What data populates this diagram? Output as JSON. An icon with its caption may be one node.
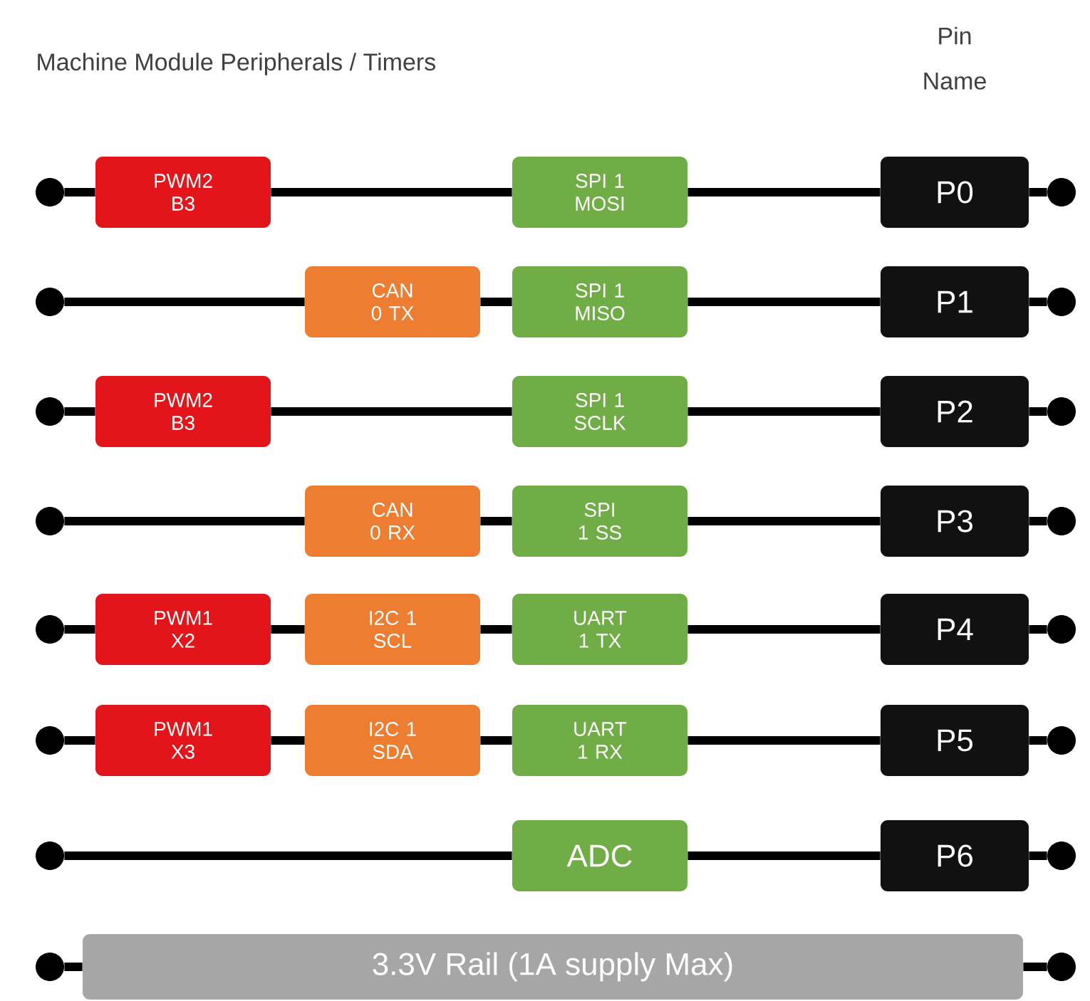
{
  "diagram": {
    "title": "Machine Module Peripherals / Timers",
    "labels": [
      "Pin",
      "Name"
    ],
    "nodes": [
      {
        "text": [],
        "shape": "circle"
      },
      {
        "text": [
          "PWM2 B3"
        ]
      },
      {
        "text": [
          "SPI 1 MOSI"
        ]
      },
      {
        "text": [
          "P0"
        ]
      },
      {
        "text": [],
        "shape": "circle"
      },
      {
        "text": [],
        "shape": "circle"
      },
      {
        "text": [
          "CAN 0 TX"
        ]
      },
      {
        "text": [
          "SPI 1 MISO"
        ]
      },
      {
        "text": [
          "P1"
        ]
      },
      {
        "text": [],
        "shape": "circle"
      },
      {
        "text": [],
        "shape": "circle"
      },
      {
        "text": [
          "PWM2 B3"
        ]
      },
      {
        "text": [
          "SPI 1 SCLK"
        ]
      },
      {
        "text": [
          "P2"
        ]
      },
      {
        "text": [],
        "shape": "circle"
      },
      {
        "text": [],
        "shape": "circle"
      },
      {
        "text": [
          "CAN 0 RX"
        ]
      },
      {
        "text": [
          "SPI 1 SS"
        ]
      },
      {
        "text": [
          "P3"
        ]
      },
      {
        "text": [],
        "shape": "circle"
      },
      {
        "text": [],
        "shape": "circle"
      },
      {
        "text": [
          "PWM1 X2"
        ]
      },
      {
        "text": [
          "I2C 1 SCL"
        ]
      },
      {
        "text": [
          "UART 1 TX"
        ]
      },
      {
        "text": [
          "P4"
        ]
      },
      {
        "text": [],
        "shape": "circle"
      },
      {
        "text": [],
        "shape": "circle"
      },
      {
        "text": [
          "PWM1 X3"
        ]
      },
      {
        "text": [
          "I2C 1 SDA"
        ]
      },
      {
        "text": [
          "UART 1 RX"
        ]
      },
      {
        "text": [
          "P5"
        ]
      },
      {
        "text": [],
        "shape": "circle"
      },
      {
        "text": [],
        "shape": "circle"
      },
      {
        "text": [
          "ADC"
        ]
      },
      {
        "text": [
          "P6"
        ]
      },
      {
        "text": [],
        "shape": "circle"
      },
      {
        "text": [],
        "shape": "circle"
      },
      {
        "text": [
          "3.3V Rail (1A supply Max)"
        ]
      },
      {
        "text": [],
        "shape": "circle"
      }
    ],
    "edges": [
      {
        "from": 0,
        "to": 1,
        "arrow": "none"
      },
      {
        "from": 1,
        "to": 2,
        "arrow": "none"
      },
      {
        "from": 2,
        "to": 3,
        "arrow": "none"
      },
      {
        "from": 3,
        "to": 4,
        "arrow": "none"
      },
      {
        "from": 5,
        "to": 6,
        "arrow": "none"
      },
      {
        "from": 6,
        "to": 7,
        "arrow": "none"
      },
      {
        "from": 7,
        "to": 8,
        "arrow": "none"
      },
      {
        "from": 8,
        "to": 9,
        "arrow": "none"
      },
      {
        "from": 10,
        "to": 11,
        "arrow": "none"
      },
      {
        "from": 11,
        "to": 12,
        "arrow": "none"
      },
      {
        "from": 12,
        "to": 13,
        "arrow": "none"
      },
      {
        "from": 13,
        "to": 14,
        "arrow": "none"
      },
      {
        "from": 15,
        "to": 16,
        "arrow": "none"
      },
      {
        "from": 16,
        "to": 17,
        "arrow": "none"
      },
      {
        "from": 17,
        "to": 18,
        "arrow": "none"
      },
      {
        "from": 18,
        "to": 19,
        "arrow": "none"
      },
      {
        "from": 20,
        "to": 21,
        "arrow": "none"
      },
      {
        "from": 21,
        "to": 22,
        "arrow": "none"
      },
      {
        "from": 22,
        "to": 23,
        "arrow": "none"
      },
      {
        "from": 23,
        "to": 24,
        "arrow": "none"
      },
      {
        "from": 24,
        "to": 25,
        "arrow": "none"
      },
      {
        "from": 26,
        "to": 27,
        "arrow": "none"
      },
      {
        "from": 27,
        "to": 28,
        "arrow": "none"
      },
      {
        "from": 28,
        "to": 29,
        "arrow": "none"
      },
      {
        "from": 29,
        "to": 30,
        "arrow": "none"
      },
      {
        "from": 30,
        "to": 31,
        "arrow": "none"
      },
      {
        "from": 32,
        "to": 33,
        "arrow": "none"
      },
      {
        "from": 33,
        "to": 34,
        "arrow": "none"
      },
      {
        "from": 34,
        "to": 35,
        "arrow": "none"
      },
      {
        "from": 36,
        "to": 37,
        "arrow": "none"
      },
      {
        "from": 37,
        "to": 38,
        "arrow": "none"
      }
    ]
  }
}
